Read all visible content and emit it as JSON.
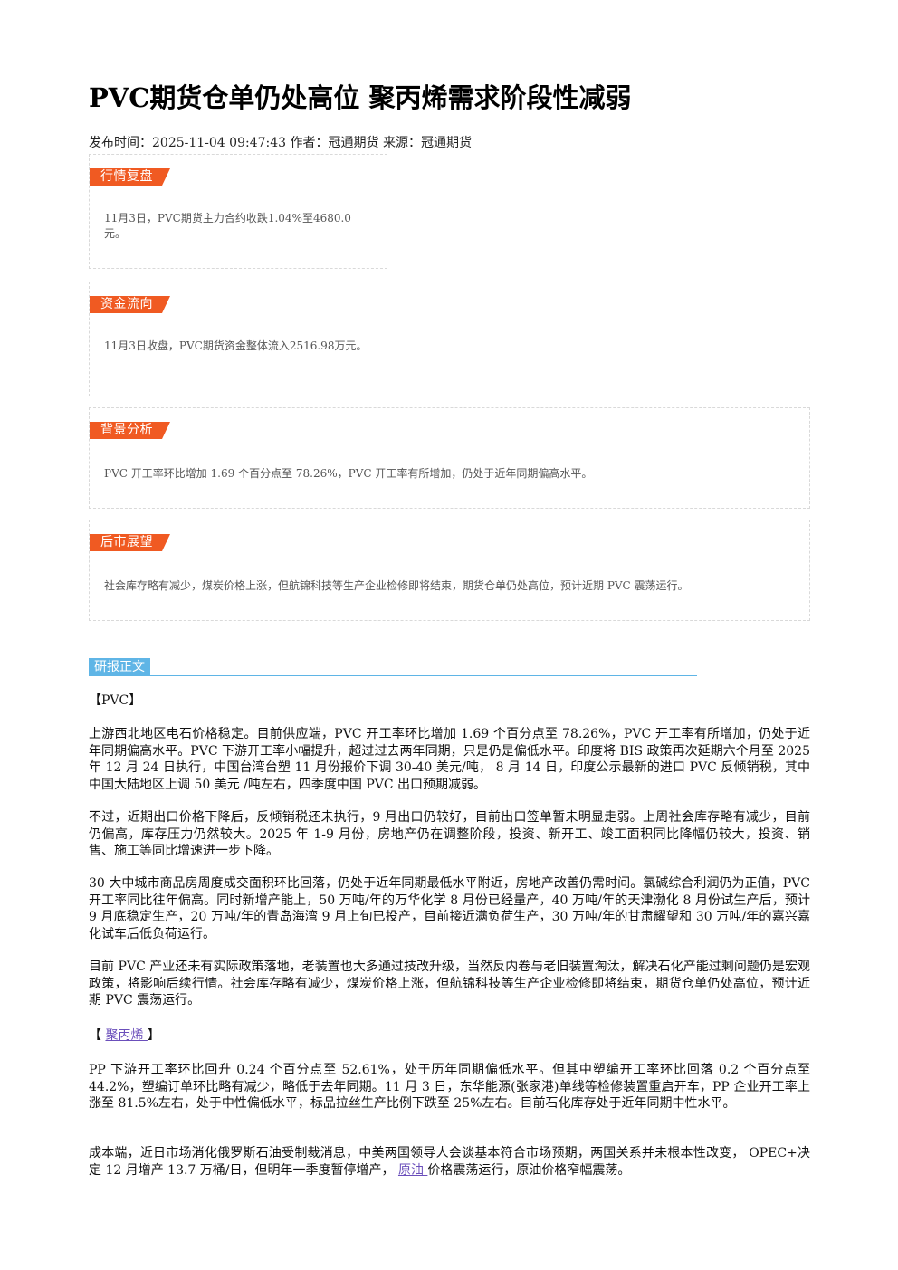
{
  "article": {
    "title": "PVC期货仓单仍处高位 聚丙烯需求阶段性减弱",
    "meta": "发布时间：2025-11-04 09:47:43 作者：冠通期货 来源：冠通期货"
  },
  "boxes": {
    "market_review": {
      "label": "行情复盘",
      "text": "11月3日，PVC期货主力合约收跌1.04%至4680.0元。"
    },
    "fund_flow": {
      "label": "资金流向",
      "text": "11月3日收盘，PVC期货资金整体流入2516.98万元。"
    },
    "background": {
      "label": "背景分析",
      "text": "PVC 开工率环比增加 1.69 个百分点至 78.26%，PVC 开工率有所增加，仍处于近年同期偏高水平。"
    },
    "outlook": {
      "label": "后市展望",
      "text": "社会库存略有减少，煤炭价格上涨，但航锦科技等生产企业检修即将结束，期货仓单仍处高位，预计近期 PVC 震荡运行。"
    }
  },
  "report": {
    "section_label": "研报正文",
    "pvc_header": "【PVC】",
    "p1": "上游西北地区电石价格稳定。目前供应端，PVC 开工率环比增加 1.69 个百分点至 78.26%，PVC 开工率有所增加，仍处于近年同期偏高水平。PVC 下游开工率小幅提升，超过过去两年同期，只是仍是偏低水平。印度将 BIS 政策再次延期六个月至 2025 年 12 月 24 日执行，中国台湾台塑 11 月份报价下调 30-40 美元/吨，  8 月 14 日，印度公示最新的进口 PVC 反倾销税，其中中国大陆地区上调 50 美元 /吨左右，四季度中国 PVC 出口预期减弱。",
    "p2": "不过，近期出口价格下降后，反倾销税还未执行，9 月出口仍较好，目前出口签单暂未明显走弱。上周社会库存略有减少，目前仍偏高，库存压力仍然较大。2025 年 1-9 月份，房地产仍在调整阶段，投资、新开工、竣工面积同比降幅仍较大，投资、销售、施工等同比增速进一步下降。",
    "p3": "30 大中城市商品房周度成交面积环比回落，仍处于近年同期最低水平附近，房地产改善仍需时间。氯碱综合利润仍为正值，PVC 开工率同比往年偏高。同时新增产能上，50 万吨/年的万华化学 8 月份已经量产，40 万吨/年的天津渤化 8 月份试生产后，预计 9 月底稳定生产，20 万吨/年的青岛海湾 9 月上旬已投产，目前接近满负荷生产，30 万吨/年的甘肃耀望和 30 万吨/年的嘉兴嘉化试车后低负荷运行。",
    "p4": "目前 PVC 产业还未有实际政策落地，老装置也大多通过技改升级，当然反内卷与老旧装置淘汰，解决石化产能过剩问题仍是宏观政策，将影响后续行情。社会库存略有减少，煤炭价格上涨，但航锦科技等生产企业检修即将结束，期货仓单仍处高位，预计近期 PVC 震荡运行。",
    "pp_header_open": "【 ",
    "pp_header_link": "聚丙烯 ",
    "pp_header_close": "】",
    "p5": "PP 下游开工率环比回升 0.24 个百分点至 52.61%，处于历年同期偏低水平。但其中塑编开工率环比回落 0.2 个百分点至 44.2%，塑编订单环比略有减少，略低于去年同期。11 月 3 日，东华能源(张家港)单线等检修装置重启开车，PP 企业开工率上涨至 81.5%左右，处于中性偏低水平，标品拉丝生产比例下跌至 25%左右。目前石化库存处于近年同期中性水平。",
    "p6_pre": "成本端，近日市场消化俄罗斯石油受制裁消息，中美两国领导人会谈基本符合市场预期，两国关系并未根本性改变，  OPEC+决定 12 月增产 13.7 万桶/日，但明年一季度暂停增产，  ",
    "p6_link": "原油 ",
    "p6_post": "价格震荡运行，原油价格窄幅震荡。"
  }
}
